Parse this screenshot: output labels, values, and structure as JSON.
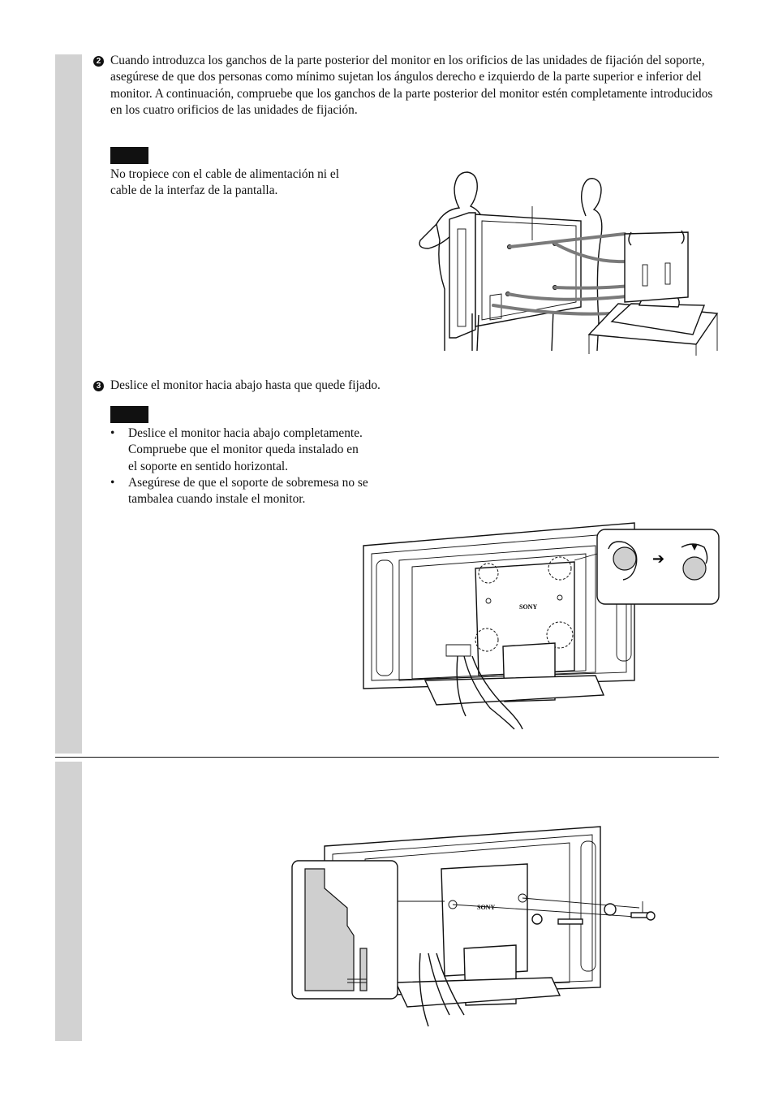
{
  "step2": {
    "number": "2",
    "text": "Cuando introduzca los ganchos de la parte posterior del monitor en los orificios de las unidades de fijación del soporte, asegúrese de que dos personas como mínimo sujetan los ángulos derecho e izquierdo de la parte superior e inferior del monitor. A continuación, compruebe que los ganchos de la parte posterior del monitor estén completamente introducidos en los cuatro orificios de las unidades de fijación.",
    "note_text": "No tropiece con el cable de alimentación ni el cable de la interfaz de la pantalla."
  },
  "step3": {
    "number": "3",
    "text": "Deslice el monitor hacia abajo hasta que quede fijado.",
    "bullets": [
      "Deslice el monitor hacia abajo completamente. Compruebe que el monitor queda instalado en el soporte en sentido horizontal.",
      "Asegúrese de que el soporte de sobremesa no se tambalea cuando instale el monitor."
    ],
    "bullet_glyph": "•"
  },
  "illustrations": {
    "brand_label": "SONY",
    "arrow_glyph": "➔"
  }
}
